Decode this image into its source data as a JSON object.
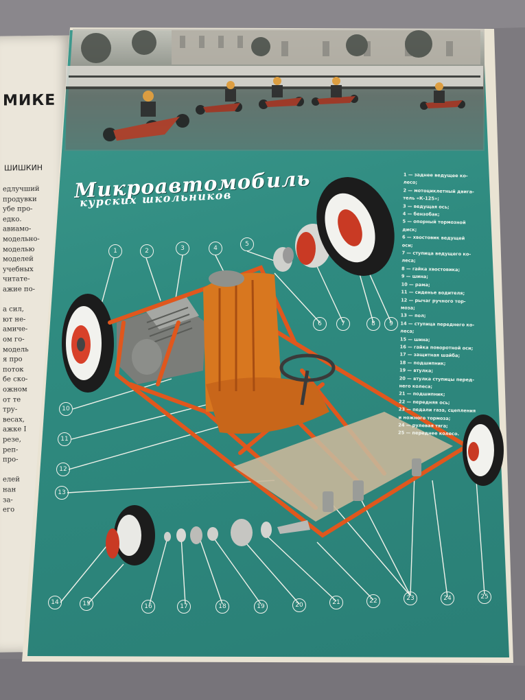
{
  "left_page": {
    "title": "МИКЕ",
    "author": "ШИШКИН",
    "lines": [
      "едлучший",
      "продувки",
      "убе про-",
      "едко.",
      "авиамо-",
      "модельно-",
      "моделью",
      "моделей",
      "учебных",
      "читате-",
      "ажие по-",
      "",
      "а сил,",
      "ют не-",
      "амиче-",
      "ом го-",
      "модель",
      "я про",
      "поток",
      "бе ско-",
      "ожном",
      "от те",
      "тру-",
      "весах,",
      "ажке I",
      "резе,",
      "реп-",
      "про-",
      "",
      "елей",
      "нан",
      "за-",
      "его"
    ]
  },
  "headline": {
    "title": "Микроавтомобиль",
    "subtitle": "курских школьников"
  },
  "legend": [
    "1 — заднее ведущее ко-",
    "лесо;",
    "2 — мотоциклетный двига-",
    "тель «К-125»;",
    "3 — ведущая ось;",
    "4 — бензобак;",
    "5 — опорный тормозной",
    "диск;",
    "6 — хвостовик ведущей",
    "оси;",
    "7 — ступица ведущего ко-",
    "леса;",
    "8 — гайка хвостовика;",
    "9 — шина;",
    "10 — рама;",
    "11 — сиденье водителя;",
    "12 — рычаг ручного тор-",
    "моза;",
    "13 — пол;",
    "14 — ступица переднего ко-",
    "леса;",
    "15 — шина;",
    "16 — гайка поворотной оси;",
    "17 — защитная шайба;",
    "18 — подшипник;",
    "19 — втулка;",
    "20 — втулка ступицы перед-",
    "него колеса;",
    "21 — подшипник;",
    "22 — передняя ось;",
    "23 — педали газа, сцепления",
    "и ножного тормоза;",
    "24 — рулевая тяга;",
    "25 — переднее колесо."
  ],
  "callouts": [
    "1",
    "2",
    "3",
    "4",
    "5",
    "6",
    "7",
    "8",
    "9",
    "10",
    "11",
    "12",
    "13",
    "14",
    "15",
    "16",
    "17",
    "18",
    "19",
    "20",
    "21",
    "22",
    "23",
    "24",
    "25"
  ]
}
